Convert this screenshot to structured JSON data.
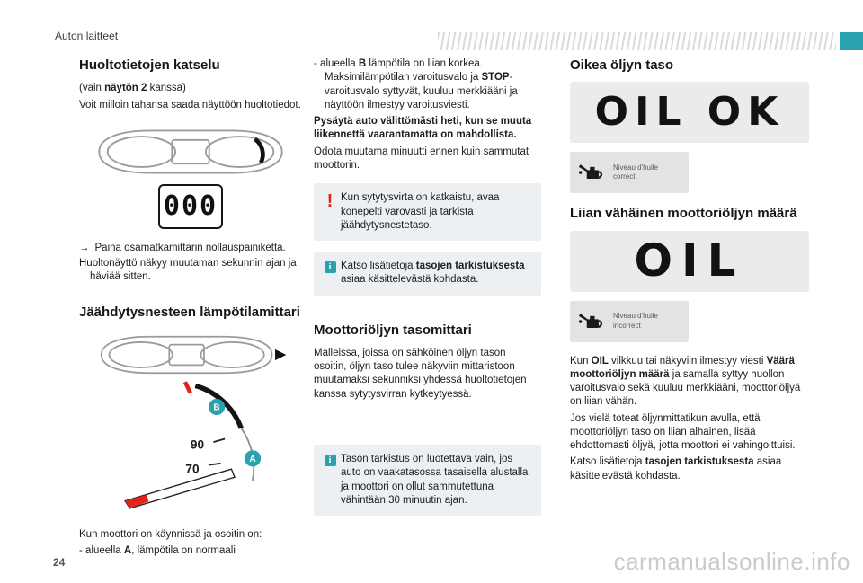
{
  "meta": {
    "section_label": "Auton laitteet",
    "page_number": "24",
    "watermark": "carmanualsonline.info"
  },
  "colors": {
    "accent_teal": "#2aa2ae",
    "warning_red": "#e2231a"
  },
  "icons": {
    "arrow": "→",
    "warning": "!",
    "info": "i"
  },
  "col1": {
    "heading1": "Huoltotietojen katselu",
    "sub": {
      "pre": "(vain ",
      "bold": "näytön 2",
      "post": " kanssa)"
    },
    "p1": "Voit milloin tahansa saada näyttöön huoltotiedot.",
    "odometer": "000",
    "arrow_text": "Paina osamatkamittarin nollauspainiketta.",
    "p2": "Huoltonäyttö näkyy muutaman sekunnin ajan ja häviää sitten.",
    "heading2": "Jäähdytysnesteen lämpötilamittari",
    "gauge": {
      "label_a": "A",
      "label_b": "B",
      "tick_90": "90",
      "tick_70": "70"
    },
    "p3": "Kun moottori on käynnissä ja osoitin on:",
    "li_a": {
      "dash": "-",
      "t1": "alueella ",
      "b": "A",
      "t2": ", lämpötila on normaali"
    }
  },
  "col2": {
    "li_b": {
      "dash": "-",
      "t1": "alueella ",
      "b1": "B",
      "t2": " lämpötila on liian korkea. Maksimilämpötilan varoitusvalo ja ",
      "b2": "STOP",
      "t3": "-varoitusvalo syttyvät, kuuluu merkkiääni ja näyttöön ilmestyy varoitusviesti."
    },
    "p_bold": "Pysäytä auto välittömästi heti, kun se muuta liikennettä vaarantamatta on mahdollista.",
    "p1": "Odota muutama minuutti ennen kuin sammutat moottorin.",
    "warning": "Kun sytytysvirta on katkaistu, avaa konepelti varovasti ja tarkista jäähdytysnestetaso.",
    "info1": {
      "t1": "Katso lisätietoja ",
      "b": "tasojen tarkistuksesta",
      "t2": " asiaa käsittelevästä kohdasta."
    },
    "heading": "Moottoriöljyn tasomittari",
    "p2": "Malleissa, joissa on sähköinen öljyn tason osoitin, öljyn taso tulee näkyviin mittaristoon muutamaksi sekunniksi yhdessä huoltotietojen kanssa sytytysvirran kytkeytyessä.",
    "info2": "Tason tarkistus on luotettava vain, jos auto on vaakatasossa tasaisella alustalla ja moottori on ollut sammutettuna vähintään 30 minuutin ajan."
  },
  "col3": {
    "heading1": "Oikea öljyn taso",
    "display_ok": "OIL OK",
    "picto_ok": {
      "line1": "Niveau d'huile",
      "line2": "correct"
    },
    "heading2": "Liian vähäinen moottoriöljyn määrä",
    "display_low": "OIL",
    "picto_low": {
      "line1": "Niveau d'huile",
      "line2": "incorrect"
    },
    "p1": {
      "t1": "Kun ",
      "b1": "OIL",
      "t2": " vilkkuu tai näkyviin ilmestyy viesti ",
      "b2": "Väärä moottoriöljyn määrä",
      "t3": " ja samalla syttyy huollon varoitusvalo sekä kuuluu merkkiääni, moottoriöljyä on liian vähän."
    },
    "p2": "Jos vielä toteat öljynmittatikun avulla, että moottoriöljyn taso on liian alhainen, lisää ehdottomasti öljyä, jotta moottori ei vahingoittuisi.",
    "p3": {
      "t1": "Katso lisätietoja ",
      "b": "tasojen tarkistuksesta",
      "t2": " asiaa käsittelevästä kohdasta."
    }
  }
}
